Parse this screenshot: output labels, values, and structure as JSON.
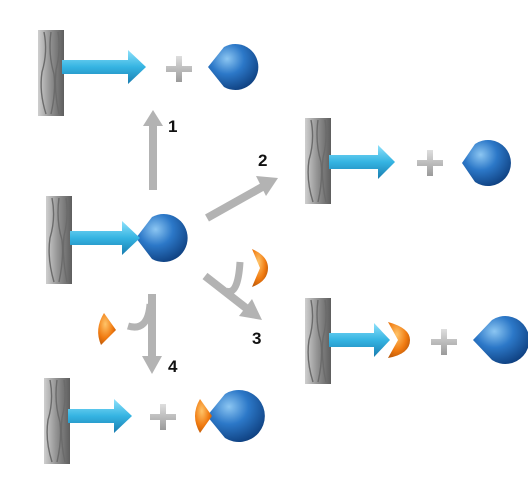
{
  "diagram": {
    "pathways": [
      {
        "label": "1"
      },
      {
        "label": "2"
      },
      {
        "label": "3"
      },
      {
        "label": "4"
      }
    ],
    "plus_symbol": "+",
    "colors": {
      "arrow_cyan": "#35b4e2",
      "ligand_blue": "#1f5fb0",
      "competitor_orange": "#f07a10",
      "connector_gray": "#b3b3b3",
      "surface_gray": "#8f8f8f"
    },
    "icons": [
      "surface-block-icon",
      "tethered-arrow-icon",
      "pacman-ligand-icon",
      "wedge-competitor-icon",
      "plus-icon"
    ]
  }
}
